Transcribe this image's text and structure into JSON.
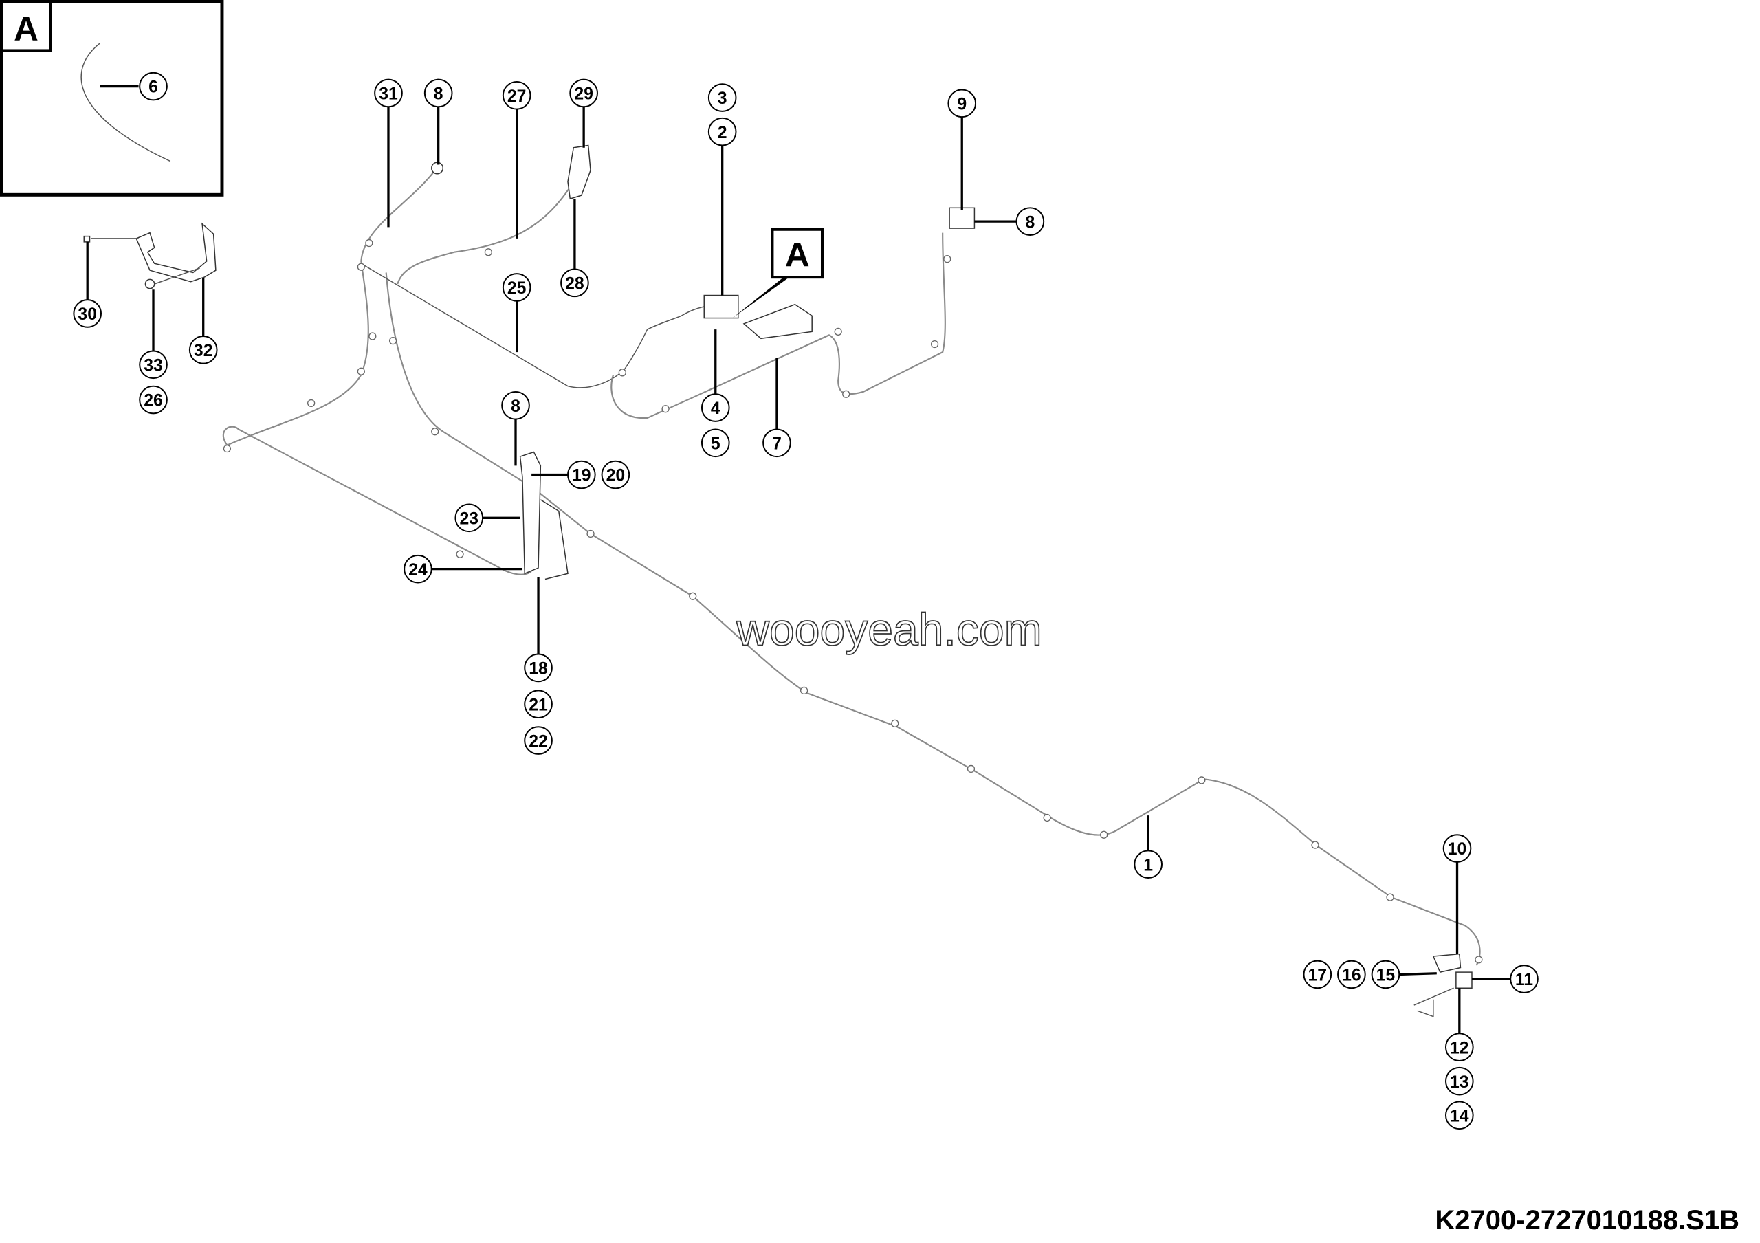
{
  "detail_view": {
    "letter": "A",
    "callout": "6"
  },
  "detail_reference_label": "A",
  "callouts": [
    "31",
    "8",
    "27",
    "29",
    "3",
    "2",
    "9",
    "8",
    "28",
    "25",
    "30",
    "32",
    "33",
    "26",
    "4",
    "5",
    "7",
    "8",
    "19",
    "20",
    "23",
    "24",
    "18",
    "21",
    "22",
    "1",
    "10",
    "17",
    "16",
    "15",
    "11",
    "12",
    "13",
    "14"
  ],
  "watermark": "woooyeah.com",
  "drawing_code": "K2700-2727010188.S1B"
}
